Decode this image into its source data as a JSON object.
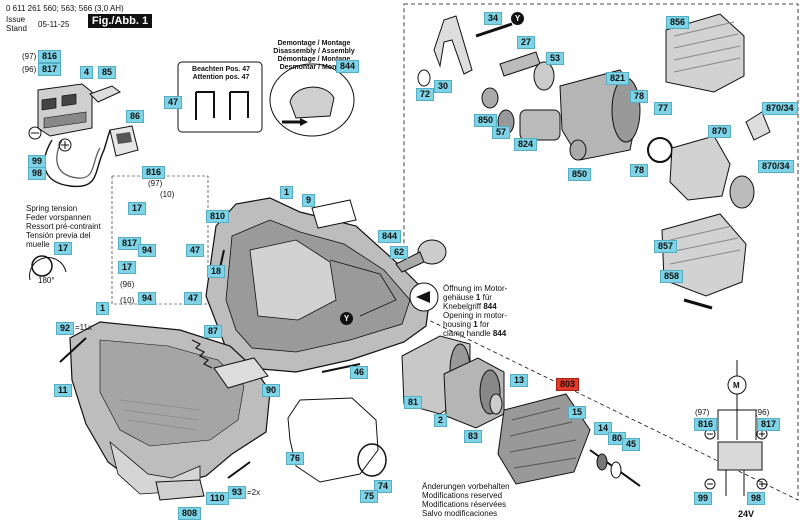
{
  "header": {
    "part_line": "0 611 261 560; 563; 566   (3,0 AH)",
    "issue_label": "Issue",
    "stand_label": "Stand",
    "date": "05-11-25",
    "figure": "Fig./Abb. 1"
  },
  "notes": {
    "beachten_1": "Beachten Pos. 47",
    "beachten_2": "Attention pos. 47",
    "demontage_1": "Demontage / Montage",
    "demontage_2": "Disassembly / Assembly",
    "demontage_3": "Démontage / Montage",
    "demontage_4": "Desmontar / Montaje",
    "spring_1": "Spring tension",
    "spring_2": "Feder vorspannen",
    "spring_3": "Ressort pré-contraint",
    "spring_4": "Tensión previa del",
    "spring_5": "muelle",
    "spring_angle": "180°",
    "opening_1a": "Öffnung im Motor-",
    "opening_1b": "gehäuse ",
    "opening_1b_bold": "1",
    "opening_1b_end": " für",
    "opening_2a": "Knebelgriff ",
    "opening_2a_bold": "844",
    "opening_3": "Opening in motor-",
    "opening_4a": "housing ",
    "opening_4a_bold": "1",
    "opening_4a_end": " for",
    "opening_5a": "clamp handle ",
    "opening_5a_bold": "844",
    "mod_1": "Änderungen vorbehalten",
    "mod_2": "Modifications reserved",
    "mod_3": "Modifications réservées",
    "mod_4": "Salvo modificaciones",
    "voltage": "24V",
    "motor_symbol": "M",
    "qty_92": "=11x",
    "qty_93": "=2x"
  },
  "labels": {
    "l816a": "816",
    "l817a": "817",
    "l97a": "(97)",
    "l96a": "(96)",
    "l4": "4",
    "l85": "85",
    "l86": "86",
    "l99a": "99",
    "l98a": "98",
    "l1a": "1",
    "l816b": "816",
    "l97b": "(97)",
    "l10a": "(10)",
    "l17a": "17",
    "l810": "810",
    "l817b": "817",
    "l94a": "94",
    "l47a": "47",
    "l18": "18",
    "l17b": "17",
    "l96b": "(96)",
    "l10b": "(10)",
    "l94b": "94",
    "l47b": "47",
    "l9": "9",
    "l844a": "844",
    "l844b": "844",
    "l62": "62",
    "l47c": "47",
    "l17c": "17",
    "l1b": "1",
    "l92": "92",
    "l11": "11",
    "l87": "87",
    "l90": "90",
    "l46": "46",
    "l76": "76",
    "l74": "74",
    "l75": "75",
    "l110": "110",
    "l93": "93",
    "l808": "808",
    "l34": "34",
    "l27": "27",
    "l72": "72",
    "l30": "30",
    "l53": "53",
    "l850a": "850",
    "l57": "57",
    "l824": "824",
    "l821": "821",
    "l78a": "78",
    "l78b": "78",
    "l850b": "850",
    "l77": "77",
    "l856": "856",
    "l870a": "870/34",
    "l870": "870",
    "l870b": "870/34",
    "l857": "857",
    "l858": "858",
    "l81": "81",
    "l2": "2",
    "l83": "83",
    "l13": "13",
    "l803": "803",
    "l15": "15",
    "l14": "14",
    "l80": "80",
    "l45": "45",
    "l97c": "(97)",
    "l816c": "816",
    "l96c": "(96)",
    "l817c": "817",
    "l99b": "99",
    "l98b": "98",
    "y1": "Y",
    "y2": "Y"
  },
  "colors": {
    "label_fill": "#7fd3e6",
    "highlight": "#e03a2a",
    "line": "#111111"
  }
}
